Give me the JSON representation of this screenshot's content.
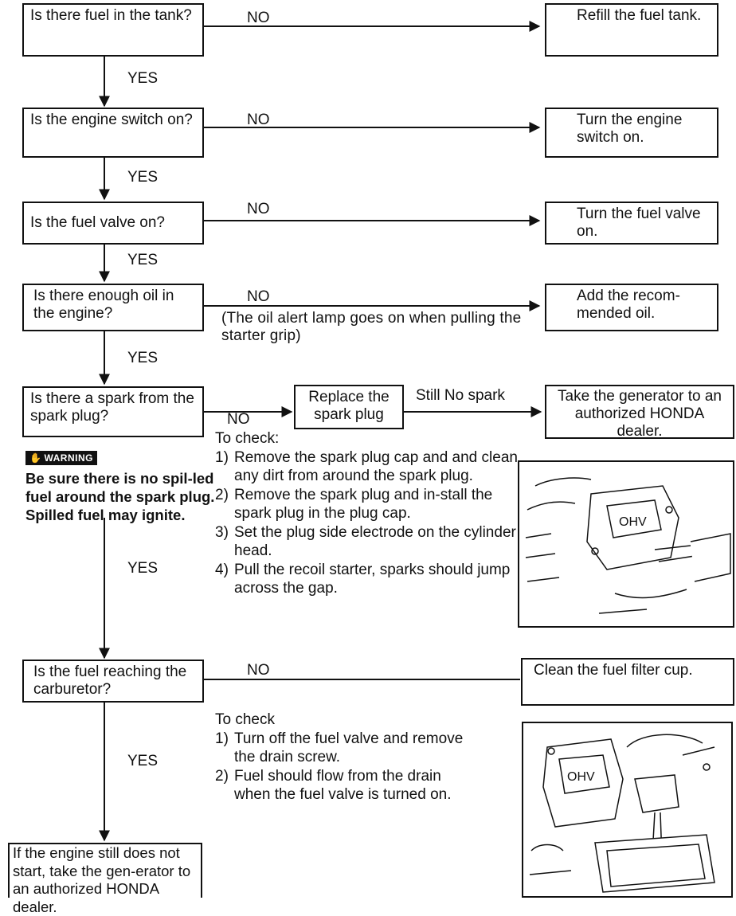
{
  "steps": [
    {
      "question": "Is there fuel in the tank?",
      "no": "NO",
      "yes": "YES",
      "action": "Refill the fuel tank."
    },
    {
      "question": "Is the engine switch on?",
      "no": "NO",
      "yes": "YES",
      "action": "Turn the engine switch on."
    },
    {
      "question": "Is the fuel valve on?",
      "no": "NO",
      "yes": "YES",
      "action": "Turn the fuel valve on."
    },
    {
      "question": "Is there enough oil in the engine?",
      "no": "NO",
      "no_note": "(The oil alert lamp goes on when pulling the starter grip)",
      "yes": "YES",
      "action": "Add the recom-mended oil."
    },
    {
      "question": "Is there a spark from the spark plug?",
      "no": "NO",
      "middle": "Replace the spark plug",
      "still": "Still No spark",
      "yes": "YES",
      "action": "Take the generator to an authorized HONDA dealer."
    },
    {
      "question": "Is the fuel reaching the carburetor?",
      "no": "NO",
      "yes": "YES",
      "action": "Clean the fuel filter cup."
    }
  ],
  "warning": {
    "badge": "WARNING",
    "text": "Be sure there is no spil-led fuel around the spark plug. Spilled fuel may ignite."
  },
  "spark_check": {
    "heading": "To check:",
    "items": [
      {
        "num": "1)",
        "text": "Remove the spark plug cap and and clean any dirt from around the spark plug."
      },
      {
        "num": "2)",
        "text": "Remove the spark plug and in-stall the spark plug in the plug cap."
      },
      {
        "num": "3)",
        "text": "Set the plug side electrode on the cylinder head."
      },
      {
        "num": "4)",
        "text": "Pull the recoil starter, sparks should jump across the gap."
      }
    ]
  },
  "fuel_check": {
    "heading": "To check",
    "items": [
      {
        "num": "1)",
        "text": "Turn off the fuel valve and remove the drain screw."
      },
      {
        "num": "2)",
        "text": "Fuel should flow from the drain when the fuel valve is turned on."
      }
    ]
  },
  "final": "If the engine still does not start, take the gen-erator to an authorized HONDA dealer.",
  "photo1": {
    "icon": "spark-plug-engine-illustration",
    "engine_label": "OHV"
  },
  "photo2": {
    "icon": "fuel-filter-drain-illustration",
    "engine_label": "OHV"
  }
}
